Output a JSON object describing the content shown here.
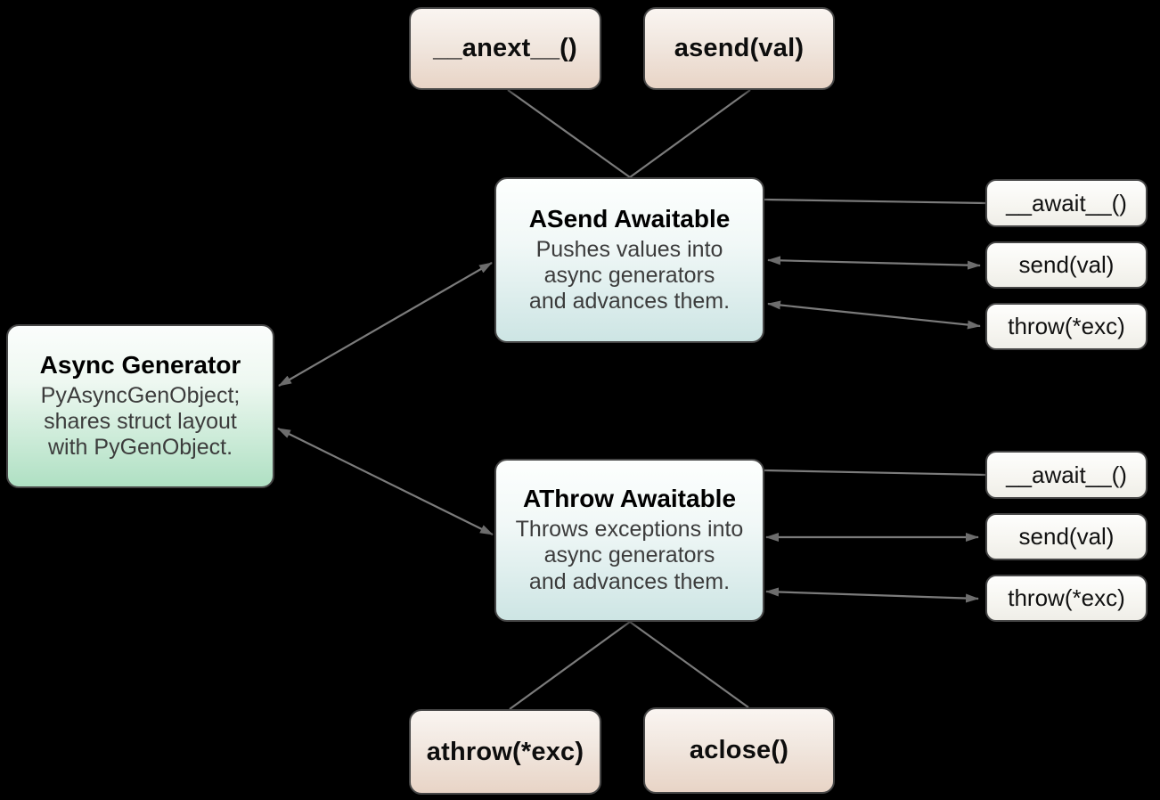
{
  "diagram": {
    "colors": {
      "background": "#000000",
      "connector": "#7b7b7b",
      "arrowhead": "#6d6d6d",
      "method_box_bottom": "#e8d4c6",
      "awaitable_box_bottom": "#cde5e4",
      "generator_box_bottom": "#afe0c3",
      "member_box_bottom": "#efeee8",
      "title_text": "#000000",
      "desc_text": "#3c3c3c"
    },
    "nodes": {
      "top_methods": [
        {
          "label": "__anext__()"
        },
        {
          "label": "asend(val)"
        }
      ],
      "bottom_methods": [
        {
          "label": "athrow(*exc)"
        },
        {
          "label": "aclose()"
        }
      ],
      "async_generator": {
        "title": "Async Generator",
        "desc": [
          "PyAsyncGenObject;",
          "shares struct layout",
          "with PyGenObject."
        ]
      },
      "asend_awaitable": {
        "title": "ASend Awaitable",
        "desc": [
          "Pushes values into",
          "async generators",
          "and advances them."
        ]
      },
      "athrow_awaitable": {
        "title": "AThrow Awaitable",
        "desc": [
          "Throws exceptions into",
          "async generators",
          "and advances them."
        ]
      },
      "asend_members": [
        {
          "label": "__await__()"
        },
        {
          "label": "send(val)"
        },
        {
          "label": "throw(*exc)"
        }
      ],
      "athrow_members": [
        {
          "label": "__await__()"
        },
        {
          "label": "send(val)"
        },
        {
          "label": "throw(*exc)"
        }
      ]
    },
    "edges": [
      {
        "from": "__anext__()",
        "to": "ASend Awaitable",
        "style": "line"
      },
      {
        "from": "asend(val)",
        "to": "ASend Awaitable",
        "style": "line"
      },
      {
        "from": "Async Generator",
        "to": "ASend Awaitable",
        "style": "double-arrow"
      },
      {
        "from": "Async Generator",
        "to": "AThrow Awaitable",
        "style": "double-arrow"
      },
      {
        "from": "ASend Awaitable",
        "to": "__await__()",
        "style": "line"
      },
      {
        "from": "ASend Awaitable",
        "to": "send(val)",
        "style": "double-arrow"
      },
      {
        "from": "ASend Awaitable",
        "to": "throw(*exc)",
        "style": "double-arrow"
      },
      {
        "from": "AThrow Awaitable",
        "to": "__await__()",
        "style": "line"
      },
      {
        "from": "AThrow Awaitable",
        "to": "send(val)",
        "style": "double-arrow"
      },
      {
        "from": "AThrow Awaitable",
        "to": "throw(*exc)",
        "style": "double-arrow"
      },
      {
        "from": "AThrow Awaitable",
        "to": "athrow(*exc)",
        "style": "line"
      },
      {
        "from": "AThrow Awaitable",
        "to": "aclose()",
        "style": "line"
      }
    ]
  }
}
